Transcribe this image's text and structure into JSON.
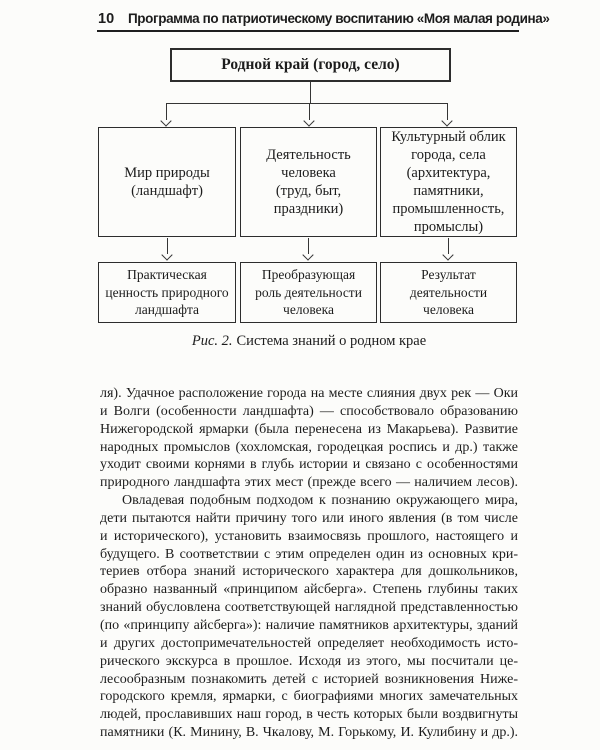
{
  "colors": {
    "ink": "#1c1c1c",
    "paper": "#fcfcfa",
    "box_border": "#2d2d2d"
  },
  "header": {
    "page_number": "10",
    "running_title": "Программа по патриотическому воспитанию «Моя малая родина»"
  },
  "figure": {
    "root": "Родной край (город, село)",
    "level2": [
      {
        "lines": [
          "Мир природы",
          "(ландшафт)"
        ]
      },
      {
        "lines": [
          "Деятельность",
          "человека",
          "(труд, быт,",
          "праздники)"
        ]
      },
      {
        "lines": [
          "Культурный облик",
          "города, села",
          "(архитектура,",
          "памятники,",
          "промышленность,",
          "промыслы)"
        ]
      }
    ],
    "level3": [
      {
        "lines": [
          "Практическая",
          "ценность природного",
          "ландшафта"
        ]
      },
      {
        "lines": [
          "Преобразующая",
          "роль деятельности",
          "человека"
        ]
      },
      {
        "lines": [
          "Результат",
          "деятельности",
          "человека"
        ]
      }
    ],
    "caption_label": "Рис. 2.",
    "caption_text": "Система знаний о родном крае"
  },
  "body": {
    "p1": [
      "ля). Удачное расположение города на месте слияния двух рек — Оки",
      "и Волги (особенности ландшафта) — способствовало образованию",
      "Нижегородской ярмарки (была перенесена из Макарьева). Развитие",
      "народных промыслов (хохломская, городецкая роспись и др.) также",
      "уходит своими корнями в глубь истории и связано с особенностями",
      "природного ландшафта этих мест (прежде всего — наличием лесов)."
    ],
    "p2": [
      "Овладевая подобным подходом к познанию окружающего мира,",
      "дети пытаются найти причину того или иного явления (в том числе",
      "и исторического), установить взаимосвязь прошлого, настоящего и",
      "будущего. В соответствии с этим определен один из основных кри-",
      "териев отбора знаний исторического характера для дошкольников,",
      "образно названный «принципом айсберга». Степень глубины таких",
      "знаний обусловлена соответствующей наглядной представленностью",
      "(по «принципу айсберга»): наличие памятников архитектуры, зданий",
      "и других достопримечательностей определяет необходимость исто-",
      "рического экскурса в прошлое. Исходя из этого, мы посчитали це-",
      "лесообразным познакомить детей с историей возникновения Ниже-",
      "городского кремля, ярмарки, с биографиями многих замечательных",
      "людей, прославивших наш город, в честь которых были воздвигнуты",
      "памятники (К. Минину, В. Чкалову, М. Горькому, И. Кулибину и др.)."
    ]
  }
}
